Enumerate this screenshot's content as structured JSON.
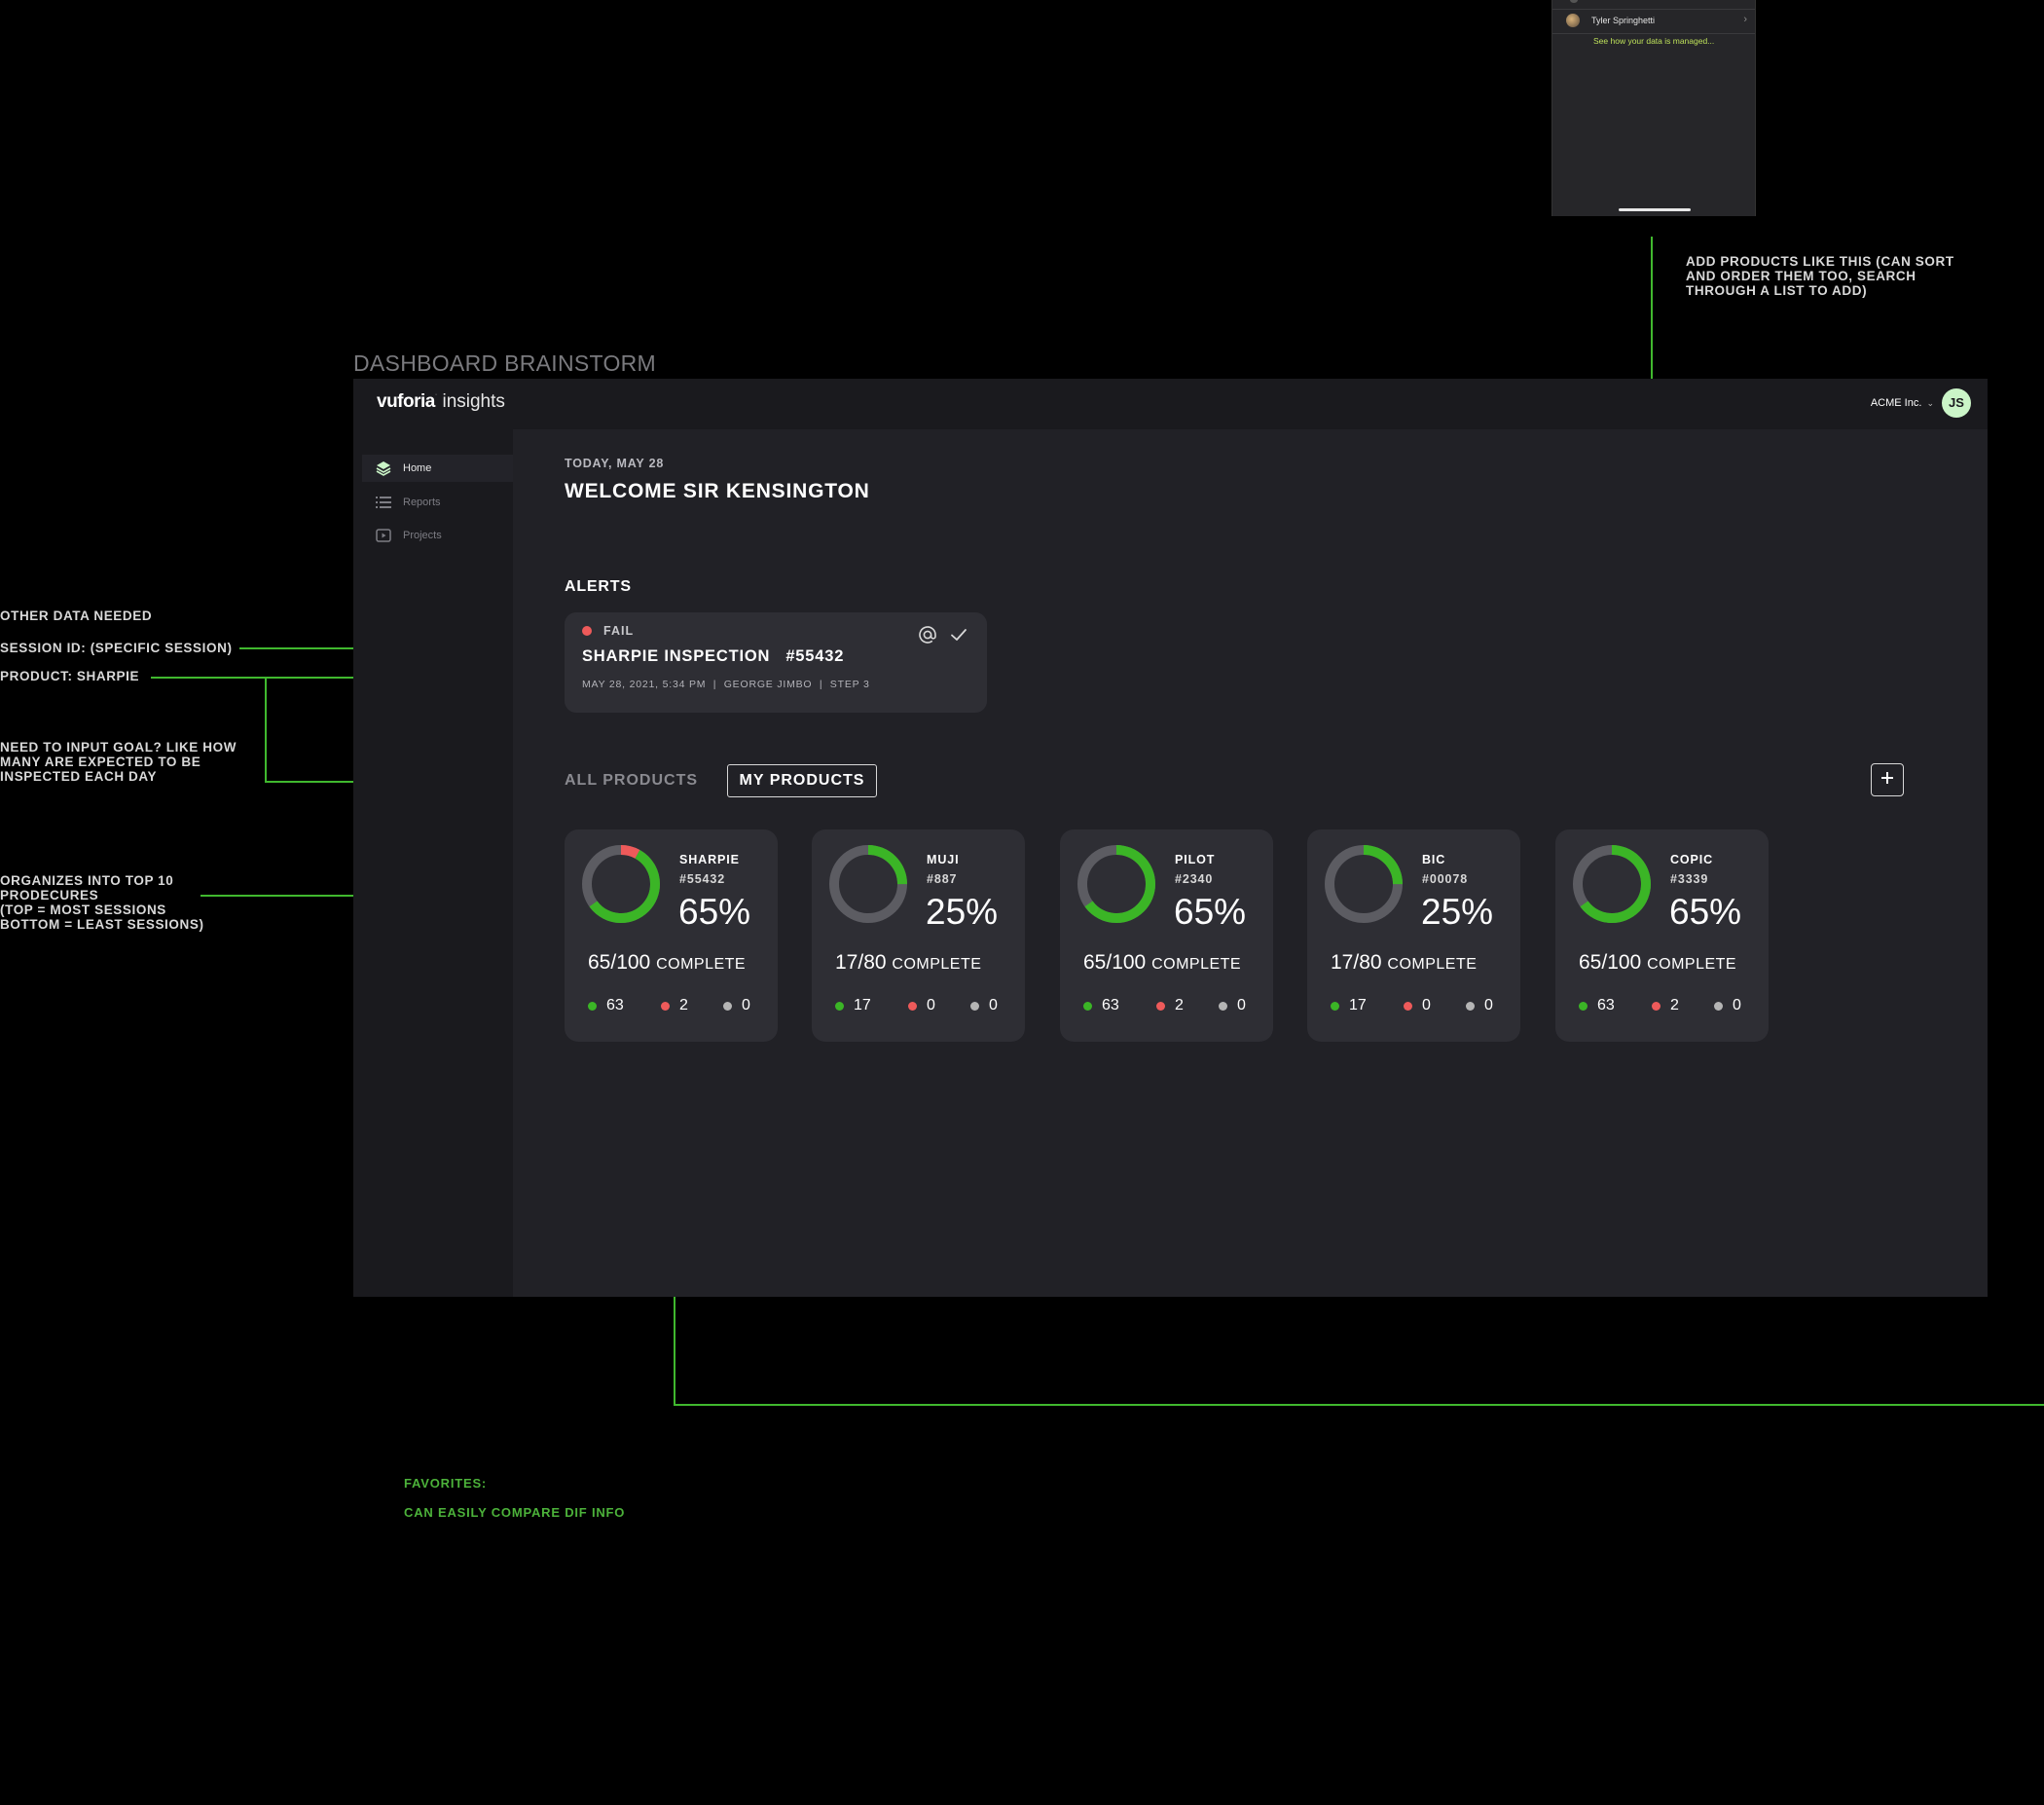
{
  "board": {
    "title": "DASHBOARD BRAINSTORM",
    "notes": {
      "other_data": "OTHER DATA NEEDED",
      "session_id": "SESSION ID: (SPECIFIC SESSION)",
      "product": "PRODUCT: SHARPIE",
      "goal": "NEED TO INPUT GOAL? LIKE HOW\nMANY ARE EXPECTED TO BE\nINSPECTED EACH DAY",
      "organizes": "ORGANIZES INTO TOP 10\nPRODECURES\n(TOP = MOST SESSIONS\nBOTTOM = LEAST SESSIONS)",
      "add_products": "ADD PRODUCTS LIKE THIS (CAN SORT\nAND ORDER THEM TOO, SEARCH\nTHROUGH A LIST TO ADD)",
      "favorites": "FAVORITES:",
      "compare": "CAN EASILY COMPARE DIF INFO"
    }
  },
  "phone": {
    "user_name": "Tyler Springhetti",
    "link": "See how your data is managed..."
  },
  "app": {
    "logo_bold": "vuforia",
    "logo_light": "insights",
    "org": "ACME Inc.",
    "avatar_initials": "JS",
    "nav": [
      {
        "label": "Home",
        "icon": "layers-icon"
      },
      {
        "label": "Reports",
        "icon": "list-icon"
      },
      {
        "label": "Projects",
        "icon": "play-box-icon"
      }
    ],
    "date_label": "TODAY, MAY 28",
    "welcome": "WELCOME SIR KENSINGTON",
    "alerts_heading": "ALERTS",
    "alert": {
      "status": "FAIL",
      "title": "SHARPIE INSPECTION   #55432",
      "meta": "MAY 28, 2021, 5:34 PM  |  GEORGE JIMBO  |  STEP 3"
    },
    "tabs": {
      "all": "ALL PRODUCTS",
      "mine": "MY PRODUCTS"
    },
    "colors": {
      "pass": "#3bb526",
      "fail": "#ee5a5a",
      "neutral": "#b5b5b5",
      "ring_bg": "#5c5c62"
    }
  },
  "products": [
    {
      "name": "SHARPIE",
      "id": "#55432",
      "percent": "65%",
      "progress": 0.65,
      "fail_fraction": 0.08,
      "complete_count": "65/100",
      "complete_word": "COMPLETE",
      "pass": "63",
      "fail": "2",
      "pending": "0"
    },
    {
      "name": "MUJI",
      "id": "#887",
      "percent": "25%",
      "progress": 0.25,
      "fail_fraction": 0,
      "complete_count": "17/80",
      "complete_word": "COMPLETE",
      "pass": "17",
      "fail": "0",
      "pending": "0"
    },
    {
      "name": "PILOT",
      "id": "#2340",
      "percent": "65%",
      "progress": 0.65,
      "fail_fraction": 0,
      "complete_count": "65/100",
      "complete_word": "COMPLETE",
      "pass": "63",
      "fail": "2",
      "pending": "0"
    },
    {
      "name": "BIC",
      "id": "#00078",
      "percent": "25%",
      "progress": 0.25,
      "fail_fraction": 0,
      "complete_count": "17/80",
      "complete_word": "COMPLETE",
      "pass": "17",
      "fail": "0",
      "pending": "0"
    },
    {
      "name": "COPIC",
      "id": "#3339",
      "percent": "65%",
      "progress": 0.65,
      "fail_fraction": 0,
      "complete_count": "65/100",
      "complete_word": "COMPLETE",
      "pass": "63",
      "fail": "2",
      "pending": "0"
    }
  ]
}
